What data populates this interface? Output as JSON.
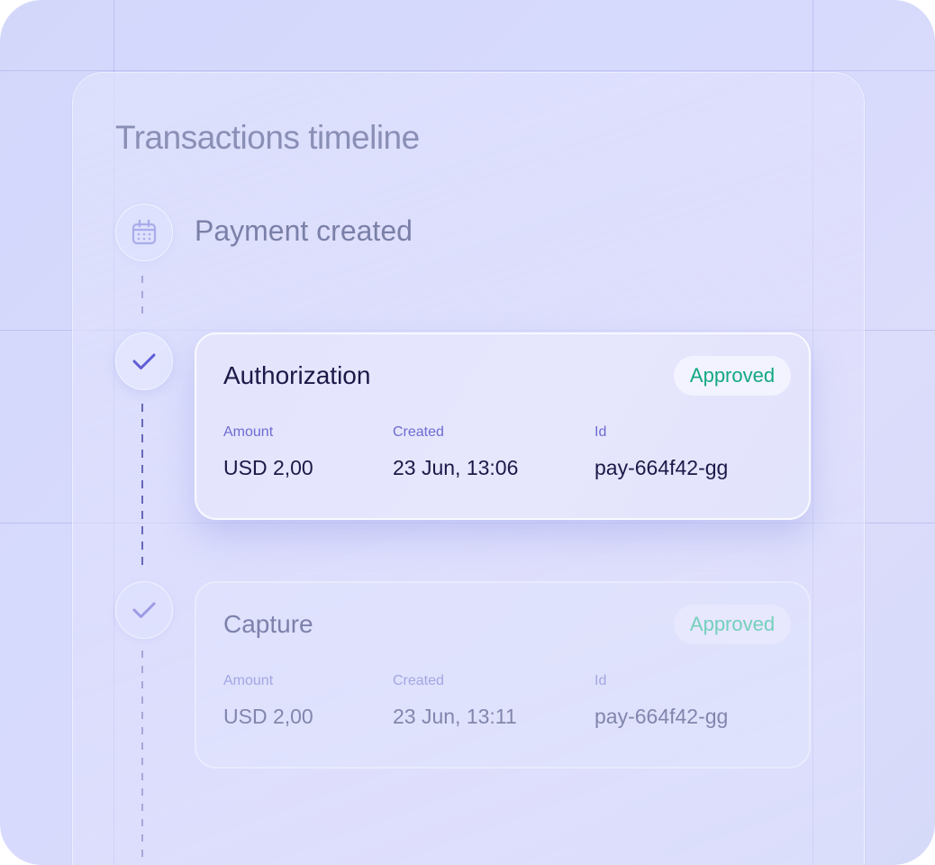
{
  "colors": {
    "accent": "#5f5bd6",
    "approved": "#12a882",
    "title_text": "#1d1848"
  },
  "timeline": {
    "title": "Transactions timeline",
    "steps": [
      {
        "icon": "calendar-icon",
        "label": "Payment created"
      },
      {
        "icon": "check-icon",
        "title": "Authorization",
        "status": "Approved",
        "fields": [
          {
            "label": "Amount",
            "value": "USD 2,00"
          },
          {
            "label": "Created",
            "value": "23 Jun, 13:06"
          },
          {
            "label": "Id",
            "value": "pay-664f42-gg"
          }
        ]
      },
      {
        "icon": "check-icon",
        "title": "Capture",
        "status": "Approved",
        "fields": [
          {
            "label": "Amount",
            "value": "USD 2,00"
          },
          {
            "label": "Created",
            "value": "23 Jun, 13:11"
          },
          {
            "label": "Id",
            "value": "pay-664f42-gg"
          }
        ]
      }
    ]
  }
}
